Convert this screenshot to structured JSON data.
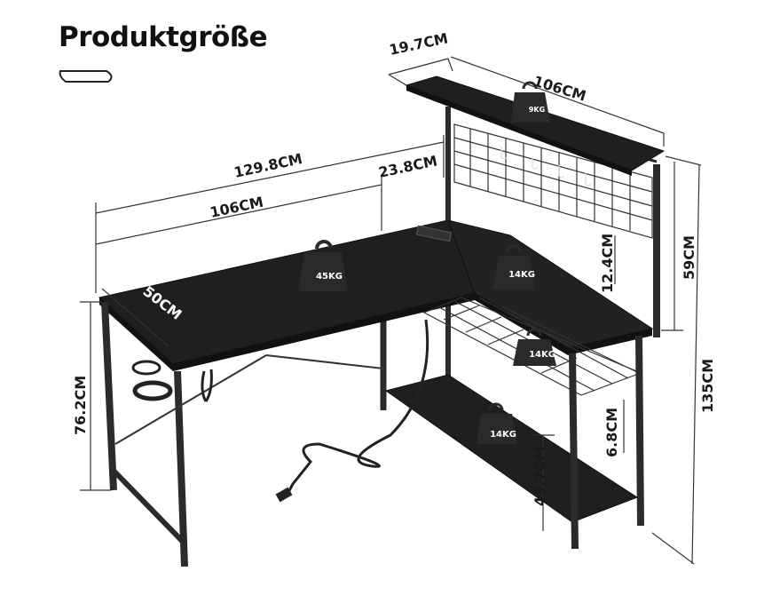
{
  "title": "Produktgröße",
  "dimensions": {
    "shelf_depth": "19.7CM",
    "shelf_width": "106CM",
    "total_width": "129.8CM",
    "side_width": "23.8CM",
    "desk_width": "106CM",
    "desk_depth": "50CM",
    "desk_height": "76.2CM",
    "hutch_height": "59CM",
    "hutch_gap": "12.4CM",
    "total_height": "135CM",
    "shelf_gap": "6.8CM",
    "bottom_shelf_height": "43.7CM"
  },
  "weights": {
    "shelf_top": "9KG",
    "desk_main": "45KG",
    "desk_side": "14KG",
    "grid_shelf": "14KG",
    "bottom_shelf": "14KG"
  },
  "colors": {
    "desk": "#1f1f1f",
    "frame": "#2b2b2b",
    "weight": "#2a2a2a"
  }
}
